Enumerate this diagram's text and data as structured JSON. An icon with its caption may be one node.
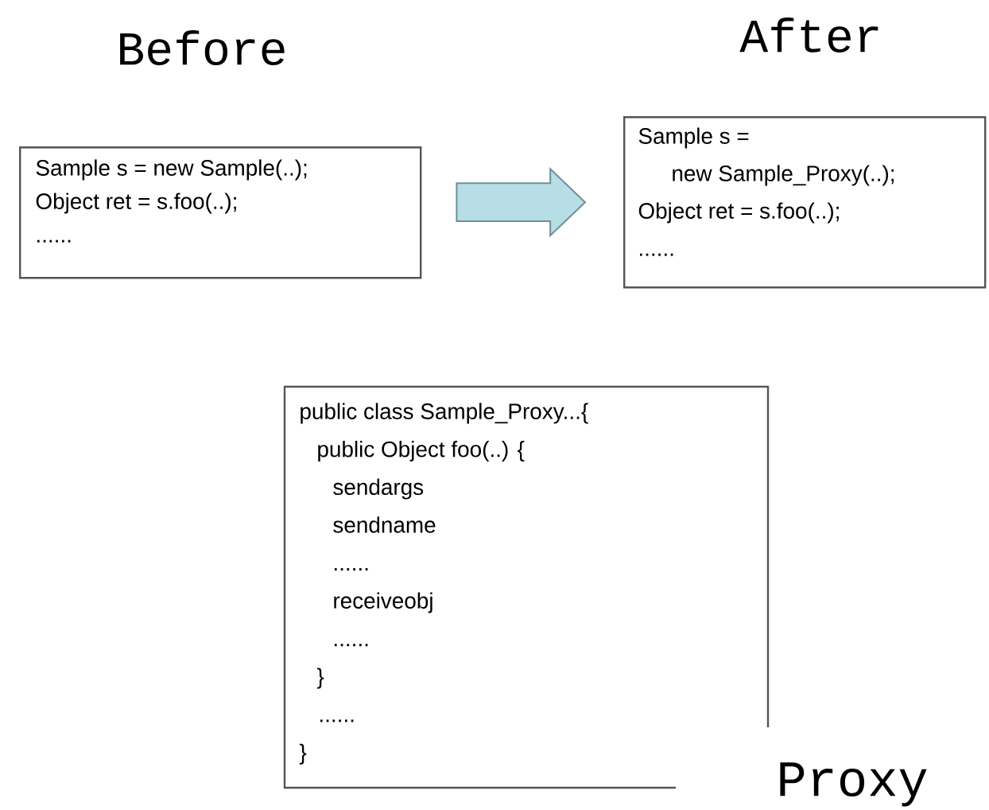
{
  "diagram": {
    "nodes": [
      {
        "text": [
          "Before",
          "Sample s = new Sample(..);",
          "Object ret = s.foo(..);",
          "......"
        ]
      },
      {
        "text": [
          "After",
          "Sample s =",
          "new Sample_Proxy(..);",
          "Object ret = s.foo(..);",
          "......"
        ]
      },
      {
        "text": [
          "public class Sample_Proxy...{",
          "public Object foo(..) {",
          "sendargs",
          "sendname",
          "......",
          "receiveobj",
          "......",
          "}",
          "......",
          "}",
          "Proxy"
        ]
      }
    ],
    "edges": [
      {
        "from": 0,
        "to": 1,
        "arrow": "to"
      }
    ]
  }
}
